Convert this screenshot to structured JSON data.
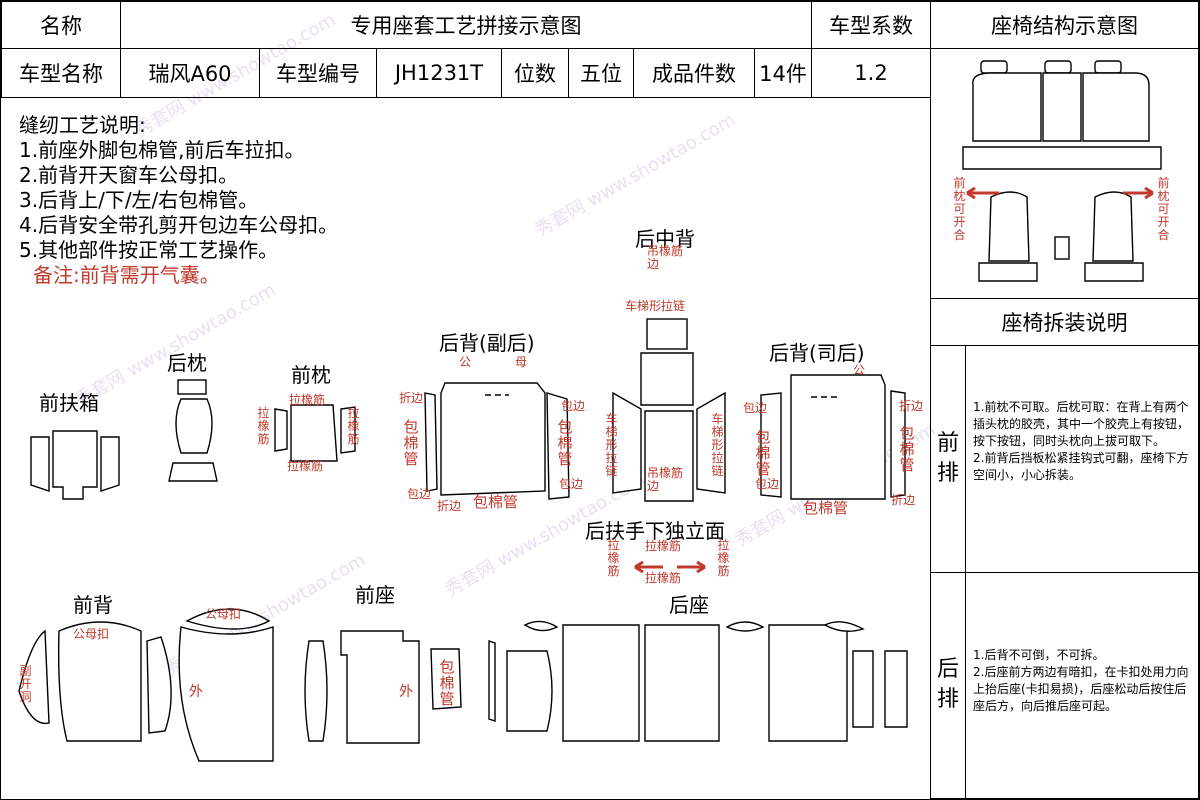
{
  "header": {
    "name_label": "名称",
    "title": "专用座套工艺拼接示意图",
    "coef_label": "车型系数",
    "struct_title": "座椅结构示意图",
    "row2": {
      "model_label": "车型名称",
      "model_value": "瑞风A60",
      "code_label": "车型编号",
      "code_value": "JH1231T",
      "seats_label": "位数",
      "seats_value": "五位",
      "pieces_label": "成品件数",
      "pieces_value": "14件",
      "coef_value": "1.2"
    }
  },
  "process": {
    "heading": "缝纫工艺说明:",
    "items": [
      "1.前座外脚包棉管,前后车拉扣。",
      "2.前背开天窗车公母扣。",
      "3.后背上/下/左/右包棉管。",
      "4.后背安全带孔剪开包边车公母扣。",
      "5.其他部件按正常工艺操作。"
    ],
    "remark": "备注:前背需开气囊。"
  },
  "parts": {
    "front_armrest": "前扶箱",
    "rear_pillow": "后枕",
    "front_pillow": "前枕",
    "rear_back_passenger": "后背(副后)",
    "rear_center_back": "后中背",
    "rear_back_driver": "后背(司后)",
    "rear_armrest_panel": "后扶手下独立面",
    "front_back": "前背",
    "front_seat": "前座",
    "rear_seat": "后座"
  },
  "annotations": {
    "pull_elastic": "拉橡筋",
    "hang_elastic": "吊橡筋",
    "hang_elastic_edge": "吊橡筋边",
    "trapezoid_zipper": "车梯形拉链",
    "male_female": "公母扣",
    "cotton_tube": "包棉管",
    "cotton_tube_short": "包棉管",
    "edge": "包边",
    "fold_edge": "折边",
    "fold": "折边",
    "outer": "外",
    "airbag_hole": "副开洞",
    "male": "公",
    "female": "母"
  },
  "structure": {
    "left_note": "前枕可开合",
    "right_note": "前枕可开合"
  },
  "disassembly": {
    "title": "座椅拆装说明",
    "front_label": "前排",
    "front_text": "1.前枕不可取。后枕可取：在背上有两个插头枕的胶壳，其中一个胶壳上有按钮，按下按钮，同时头枕向上拔可取下。\n2.前背后挡板松紧挂钩式可翻，座椅下方空间小，小心拆装。",
    "rear_label": "后排",
    "rear_text": "1.后背不可倒，不可拆。\n2.后座前方两边有暗扣，在卡扣处用力向上抬后座(卡扣易损)，后座松动后按住后座后方，向后推后座可起。"
  },
  "watermark": "秀套网 www.showtao.com",
  "colors": {
    "annotation": "#c0392b",
    "line": "#000000",
    "watermark": "#d8c6e8"
  }
}
